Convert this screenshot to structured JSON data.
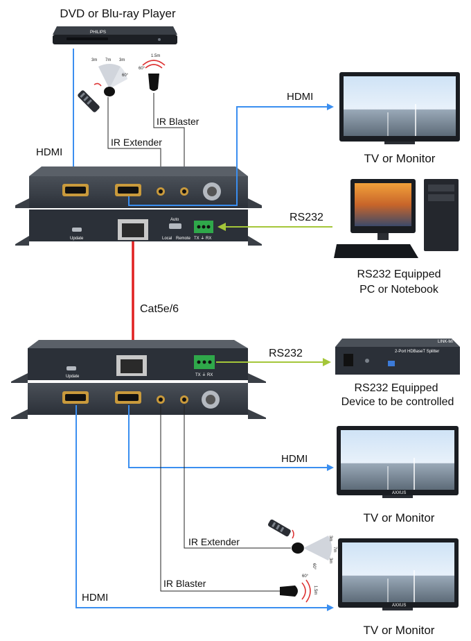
{
  "labels": {
    "source": "DVD or Blu-ray Player",
    "hdmi_in": "HDMI",
    "ir_extender_top": "IR Extender",
    "ir_blaster_top": "IR Blaster",
    "hdmi_loop": "HDMI",
    "tv_top": "TV or Monitor",
    "rs232_top": "RS232",
    "pc_line1": "RS232 Equipped",
    "pc_line2": "PC or Notebook",
    "cable": "Cat5e/6",
    "rs232_bottom": "RS232",
    "dev_line1": "RS232 Equipped",
    "dev_line2": "Device to be controlled",
    "hdmi_out_mid": "HDMI",
    "tv_mid": "TV or Monitor",
    "ir_extender_bottom": "IR Extender",
    "ir_blaster_bottom": "IR Blaster",
    "hdmi_out_bottom": "HDMI",
    "tv_bottom": "TV or Monitor"
  },
  "device_text": {
    "update": "Update",
    "auto": "Auto",
    "local": "Local",
    "remote": "Remote",
    "txrx": "TX ⏚ RX",
    "brand": "PHILIPS",
    "splitter_logo": "LINK-MI",
    "splitter_title": "2-Port HDBaseT Splitter",
    "monitor_brand": "AXXUS"
  },
  "ir_ranges": {
    "receiver_left": "3m",
    "receiver_center": "7m",
    "receiver_right": "3m",
    "receiver_angle": "60°",
    "blaster_range": "1.5m",
    "blaster_angle": "60°"
  },
  "colors": {
    "hdmi_line": "#3a8ef0",
    "ir_line": "#222222",
    "rs232_arrow": "#a4c639",
    "cat_cable": "#e02020",
    "device_body": "#2b3038"
  }
}
